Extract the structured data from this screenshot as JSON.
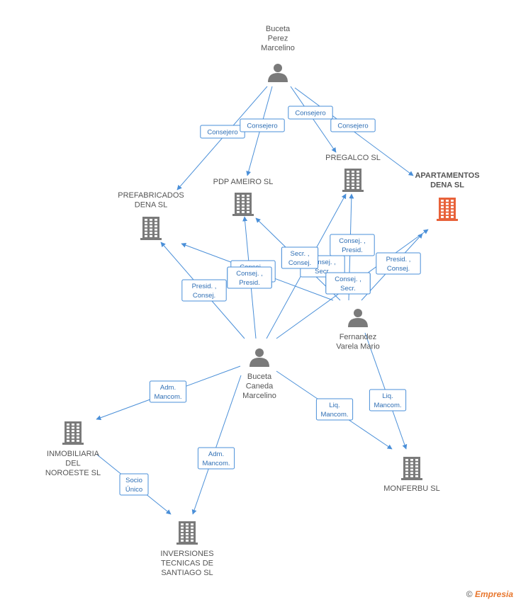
{
  "colors": {
    "edge": "#4a8fd8",
    "person": "#7a7a7a",
    "company": "#7a7a7a",
    "focus_company": "#e8623a"
  },
  "nodes": [
    {
      "id": "buceta-perez",
      "kind": "person",
      "label": [
        "Buceta",
        "Perez",
        "Marcelino"
      ]
    },
    {
      "id": "buceta-caneda",
      "kind": "person",
      "label": [
        "Buceta",
        "Caneda",
        "Marcelino"
      ]
    },
    {
      "id": "fernandez-varela",
      "kind": "person",
      "label": [
        "Fernandez",
        "Varela Mario"
      ]
    },
    {
      "id": "apartamentos",
      "kind": "company",
      "focus": true,
      "label": [
        "APARTAMENTOS",
        "DENA SL"
      ]
    },
    {
      "id": "pregalco",
      "kind": "company",
      "label": [
        "PREGALCO SL"
      ]
    },
    {
      "id": "pdp-ameiro",
      "kind": "company",
      "label": [
        "PDP AMEIRO SL"
      ]
    },
    {
      "id": "prefabricados",
      "kind": "company",
      "label": [
        "PREFABRICADOS",
        "DENA SL"
      ]
    },
    {
      "id": "inmobiliaria",
      "kind": "company",
      "label": [
        "INMOBILIARIA",
        "DEL",
        "NOROESTE SL"
      ]
    },
    {
      "id": "inversiones",
      "kind": "company",
      "label": [
        "INVERSIONES",
        "TECNICAS DE",
        "SANTIAGO SL"
      ]
    },
    {
      "id": "monferbu",
      "kind": "company",
      "label": [
        "MONFERBU  SL"
      ]
    }
  ],
  "edges": [
    {
      "from": "buceta-perez",
      "to": "prefabricados",
      "label": [
        "Consejero"
      ]
    },
    {
      "from": "buceta-perez",
      "to": "pdp-ameiro",
      "label": [
        "Consejero"
      ]
    },
    {
      "from": "buceta-perez",
      "to": "pregalco",
      "label": [
        "Consejero"
      ]
    },
    {
      "from": "buceta-perez",
      "to": "apartamentos",
      "label": [
        "Consejero"
      ]
    },
    {
      "from": "buceta-caneda",
      "to": "prefabricados",
      "label": [
        "Presid. ,",
        "Consej."
      ]
    },
    {
      "from": "buceta-caneda",
      "to": "pdp-ameiro",
      "label": [
        "Consej. ,",
        "Presid."
      ]
    },
    {
      "from": "buceta-caneda",
      "to": "pregalco",
      "label": [
        "Consej. ,",
        "Presid."
      ]
    },
    {
      "from": "buceta-caneda",
      "to": "apartamentos",
      "label": [
        "Presid. ,",
        "Consej."
      ]
    },
    {
      "from": "buceta-caneda",
      "to": "inmobiliaria",
      "label": [
        "Adm.",
        "Mancom."
      ]
    },
    {
      "from": "buceta-caneda",
      "to": "inversiones",
      "label": [
        "Adm.",
        "Mancom."
      ]
    },
    {
      "from": "buceta-caneda",
      "to": "monferbu",
      "label": [
        "Liq.",
        "Mancom."
      ]
    },
    {
      "from": "fernandez-varela",
      "to": "prefabricados",
      "label": [
        "Consej. ,",
        "Secr."
      ]
    },
    {
      "from": "fernandez-varela",
      "to": "pdp-ameiro",
      "label": [
        "Secr. ,",
        "Consej."
      ]
    },
    {
      "from": "fernandez-varela",
      "to": "pregalco",
      "label": [
        "Consej. ,",
        "Secr."
      ]
    },
    {
      "from": "fernandez-varela",
      "to": "apartamentos",
      "label": [
        "Consej. ,",
        "Secr."
      ]
    },
    {
      "from": "fernandez-varela",
      "to": "monferbu",
      "label": [
        "Liq.",
        "Mancom."
      ]
    },
    {
      "from": "inmobiliaria",
      "to": "inversiones",
      "label": [
        "Socio",
        "Único"
      ]
    }
  ],
  "watermark": {
    "symbol": "©",
    "brand": "Empresia"
  }
}
